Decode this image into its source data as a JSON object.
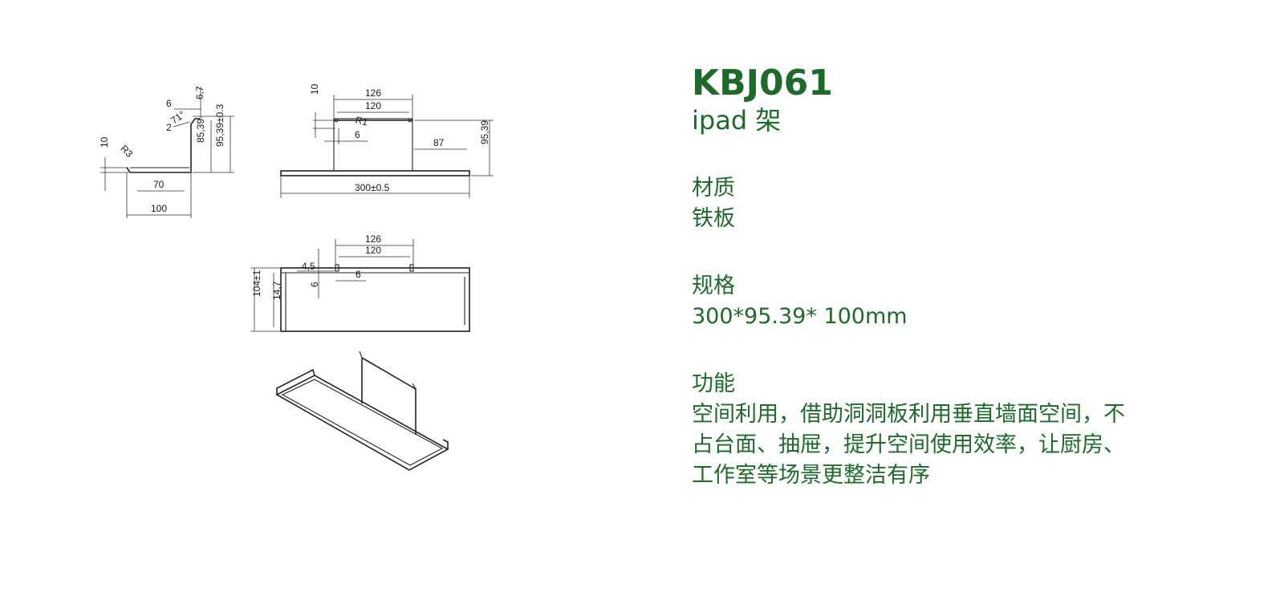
{
  "product": {
    "code": "KBJ061",
    "name": "ipad 架",
    "material_label": "材质",
    "material_value": "铁板",
    "spec_label": "规格",
    "spec_value": "300*95.39* 100mm",
    "function_label": "功能",
    "function_lines": [
      "空间利用，借助洞洞板利用垂直墙面空间，不",
      "占台面、抽屉，提升空间使用效率，让厨房、",
      "工作室等场景更整洁有序"
    ]
  },
  "drawing": {
    "side_view": {
      "d_6": "6",
      "d_6_7": "6,7",
      "d_angle": "71°",
      "d_2": "2",
      "d_10": "10",
      "d_r3": "R3",
      "d_85_39": "85,39",
      "d_95_39_03": "95,39±0.3",
      "d_70": "70",
      "d_100": "100"
    },
    "front_view": {
      "d_10": "10",
      "d_126": "126",
      "d_120": "120",
      "d_r1": "R1",
      "d_6": "6",
      "d_87": "87",
      "d_95_39": "95,39",
      "d_300": "300±0.5"
    },
    "top_view": {
      "d_126": "126",
      "d_120": "120",
      "d_4_5": "4,5",
      "d_6v": "6",
      "d_6h": "6",
      "d_104": "104±1",
      "d_14_7": "14,7"
    }
  }
}
